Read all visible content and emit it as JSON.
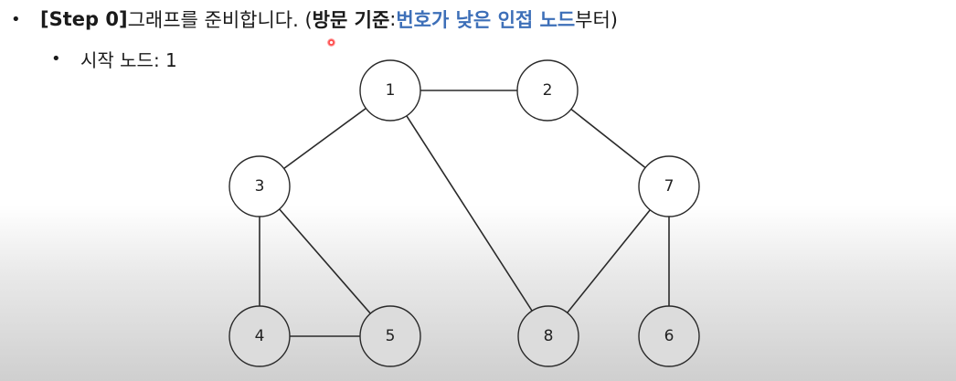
{
  "heading": {
    "step": "[Step 0]",
    "text_1": " 그래프를 준비합니다. (",
    "criterion_label": "방문 기준",
    "colon": ": ",
    "criterion_value": "번호가 낮은 인접 노드",
    "text_2": "부터)"
  },
  "sub_bullet": {
    "text": "시작 노드: 1"
  },
  "graph": {
    "nodes": [
      {
        "id": "1",
        "label": "1"
      },
      {
        "id": "2",
        "label": "2"
      },
      {
        "id": "3",
        "label": "3"
      },
      {
        "id": "7",
        "label": "7"
      },
      {
        "id": "4",
        "label": "4"
      },
      {
        "id": "5",
        "label": "5"
      },
      {
        "id": "8",
        "label": "8"
      },
      {
        "id": "6",
        "label": "6"
      }
    ],
    "edges": [
      [
        "1",
        "2"
      ],
      [
        "1",
        "3"
      ],
      [
        "1",
        "8"
      ],
      [
        "2",
        "7"
      ],
      [
        "3",
        "4"
      ],
      [
        "3",
        "5"
      ],
      [
        "4",
        "5"
      ],
      [
        "7",
        "8"
      ],
      [
        "7",
        "6"
      ]
    ]
  },
  "colors": {
    "accent_blue": "#3d6fb8",
    "laser_pointer": "#ff2a2a"
  }
}
